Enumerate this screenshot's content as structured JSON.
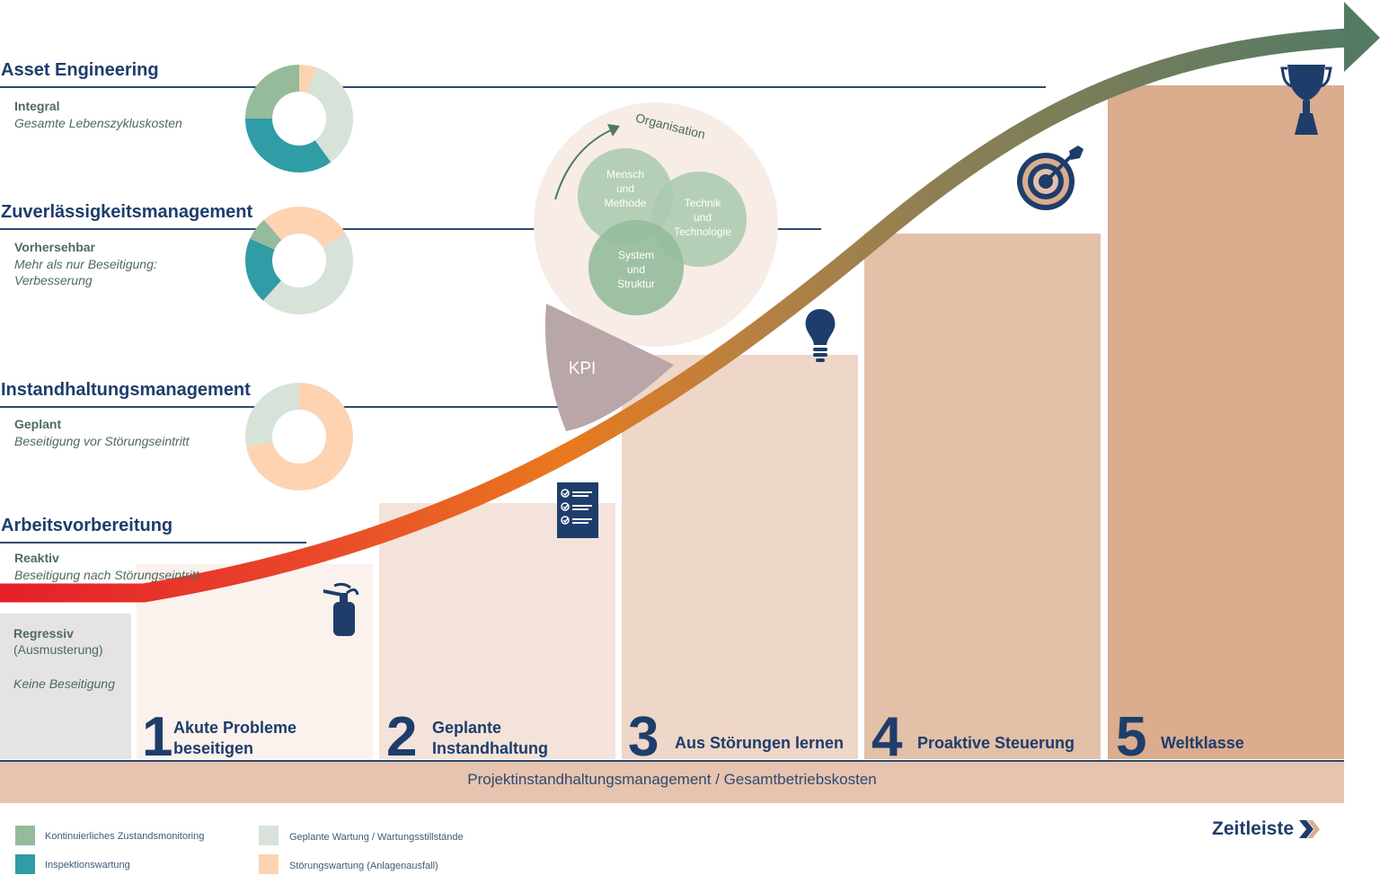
{
  "colors": {
    "continuous_monitoring": "#95bb9b",
    "inspection": "#2f9ca6",
    "planned": "#d7e2d9",
    "failure": "#fdd3b2",
    "navy": "#1e3d6b"
  },
  "sections": [
    {
      "title": "Asset Engineering",
      "sub": "Integral",
      "desc": "Gesamte Lebenszykluskosten"
    },
    {
      "title": "Zuverlässigkeitsmanagement",
      "sub": "Vorhersehbar",
      "desc1": "Mehr als nur Beseitigung:",
      "desc2": "Verbesserung"
    },
    {
      "title": "Instandhaltungsmanagement",
      "sub": "Geplant",
      "desc": "Beseitigung vor Störungseintritt"
    },
    {
      "title": "Arbeitsvorbereitung",
      "sub": "Reaktiv",
      "desc": "Beseitigung nach Störungseintritt"
    }
  ],
  "regressive": {
    "line1": "Regressiv",
    "line2": "(Ausmusterung)",
    "desc": "Keine Beseitigung"
  },
  "stages": [
    {
      "num": "1",
      "line1": "Akute Probleme",
      "line2": "beseitigen",
      "icon": "fire-extinguisher-icon"
    },
    {
      "num": "2",
      "line1": "Geplante",
      "line2": "Instandhaltung",
      "icon": "checklist-icon"
    },
    {
      "num": "3",
      "line1": "Aus Störungen lernen",
      "line2": "",
      "icon": "lightbulb-icon"
    },
    {
      "num": "4",
      "line1": "Proaktive Steuerung",
      "line2": "",
      "icon": "target-icon"
    },
    {
      "num": "5",
      "line1": "Weltklasse",
      "line2": "",
      "icon": "trophy-icon"
    }
  ],
  "organisation": {
    "label": "Organisation",
    "circles": [
      [
        "Mensch",
        "und",
        "Methode"
      ],
      [
        "Technik",
        "und",
        "Technologie"
      ],
      [
        "System",
        "und",
        "Struktur"
      ]
    ],
    "kpi": "KPI"
  },
  "bottom_bar": "Projektinstandhaltungsmanagement / Gesamtbetriebskosten",
  "legend": [
    {
      "label": "Kontinuierliches Zustandsmonitoring",
      "color": "#95bb9b"
    },
    {
      "label": "Inspektionswartung",
      "color": "#2f9ca6"
    },
    {
      "label": "Geplante Wartung / Wartungsstillstände",
      "color": "#d7e2d9"
    },
    {
      "label": "Störungswartung (Anlagenausfall)",
      "color": "#fdd3b2"
    }
  ],
  "donuts": [
    {
      "segments": [
        {
          "key": "failure",
          "value": 5
        },
        {
          "key": "planned",
          "value": 35
        },
        {
          "key": "inspection",
          "value": 35
        },
        {
          "key": "continuous_monitoring",
          "value": 25
        }
      ]
    },
    {
      "segments": [
        {
          "key": "planned",
          "value": 45
        },
        {
          "key": "inspection",
          "value": 20
        },
        {
          "key": "continuous_monitoring",
          "value": 7
        },
        {
          "key": "failure",
          "value": 28
        }
      ],
      "start": 60
    },
    {
      "segments": [
        {
          "key": "failure",
          "value": 72
        },
        {
          "key": "planned",
          "value": 28
        }
      ],
      "start": 0
    }
  ],
  "brand": "Zeitleiste"
}
